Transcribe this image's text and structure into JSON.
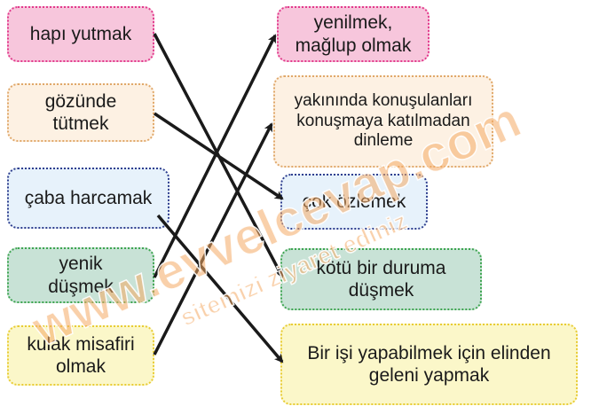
{
  "left_items": [
    {
      "label": "hapı yutmak"
    },
    {
      "label": "gözünde\ntütmek"
    },
    {
      "label": "çaba harcamak"
    },
    {
      "label": "yenik\ndüşmek"
    },
    {
      "label": "kulak misafiri\nolmak"
    }
  ],
  "right_items": [
    {
      "label": "yenilmek,\nmağlup olmak"
    },
    {
      "label": "yakınında konuşulanları\nkonuşmaya katılmadan\ndinleme"
    },
    {
      "label": "çok özlemek"
    },
    {
      "label": "kötü bir duruma\ndüşmek"
    },
    {
      "label": "Bir işi yapabilmek için elinden\ngeleni yapmak"
    }
  ],
  "watermark": {
    "main": "www.evvelcevap.com",
    "sub": "sitemizi ziyaret ediniz"
  },
  "colors": {
    "pink": "#f7c6dc",
    "beige": "#fdf1e3",
    "blue": "#e7f2fb",
    "green": "#c8e2d6",
    "yellow": "#fbf7c9",
    "arrow": "#1a1a1a",
    "watermark": "#f4aa64"
  }
}
